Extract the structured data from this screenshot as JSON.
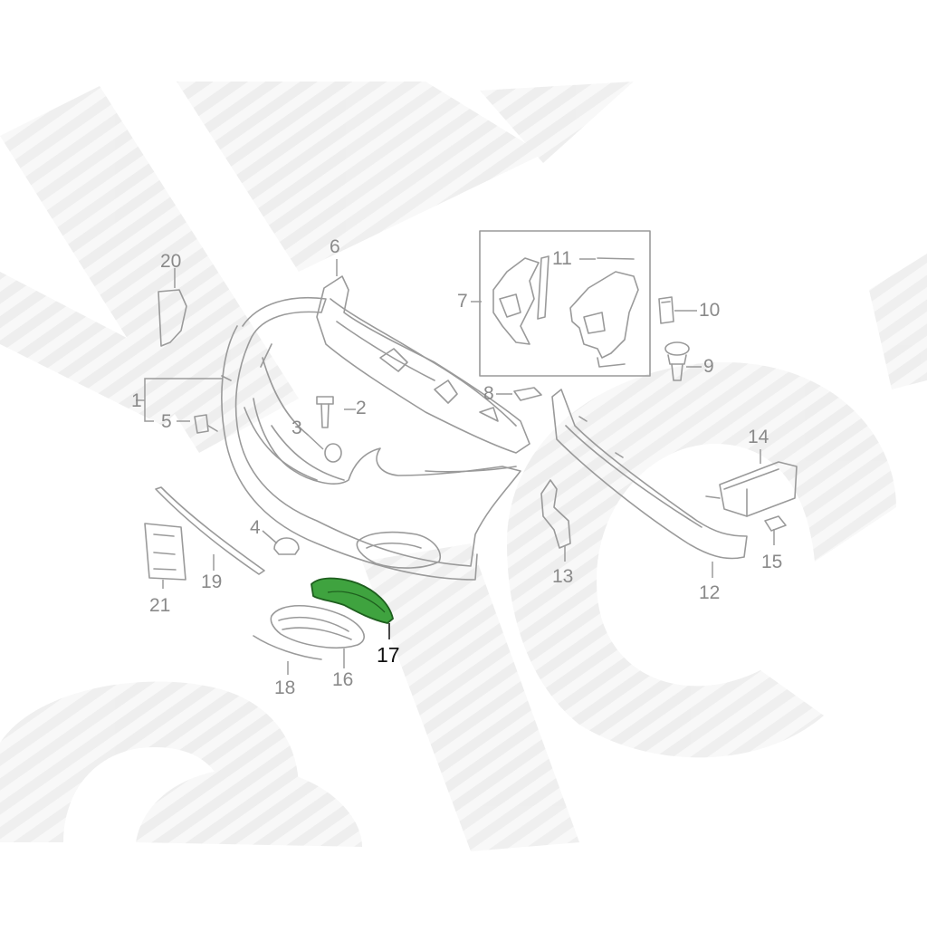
{
  "colors": {
    "line": "#9a9a9a",
    "label": "#8a8a8a",
    "highlight_fill": "#3fa33f",
    "highlight_stroke": "#1e5e1e",
    "highlight_label": "#111111",
    "watermark": "#ebebeb"
  },
  "highlighted_part": "17",
  "callouts": [
    {
      "id": "1",
      "text": "1"
    },
    {
      "id": "2",
      "text": "2"
    },
    {
      "id": "3",
      "text": "3"
    },
    {
      "id": "4",
      "text": "4"
    },
    {
      "id": "5",
      "text": "5"
    },
    {
      "id": "6",
      "text": "6"
    },
    {
      "id": "7",
      "text": "7"
    },
    {
      "id": "8",
      "text": "8"
    },
    {
      "id": "9",
      "text": "9"
    },
    {
      "id": "10",
      "text": "10"
    },
    {
      "id": "11",
      "text": "11"
    },
    {
      "id": "12",
      "text": "12"
    },
    {
      "id": "13",
      "text": "13"
    },
    {
      "id": "14",
      "text": "14"
    },
    {
      "id": "15",
      "text": "15"
    },
    {
      "id": "16",
      "text": "16"
    },
    {
      "id": "17",
      "text": "17"
    },
    {
      "id": "18",
      "text": "18"
    },
    {
      "id": "19",
      "text": "19"
    },
    {
      "id": "20",
      "text": "20"
    },
    {
      "id": "21",
      "text": "21"
    }
  ]
}
